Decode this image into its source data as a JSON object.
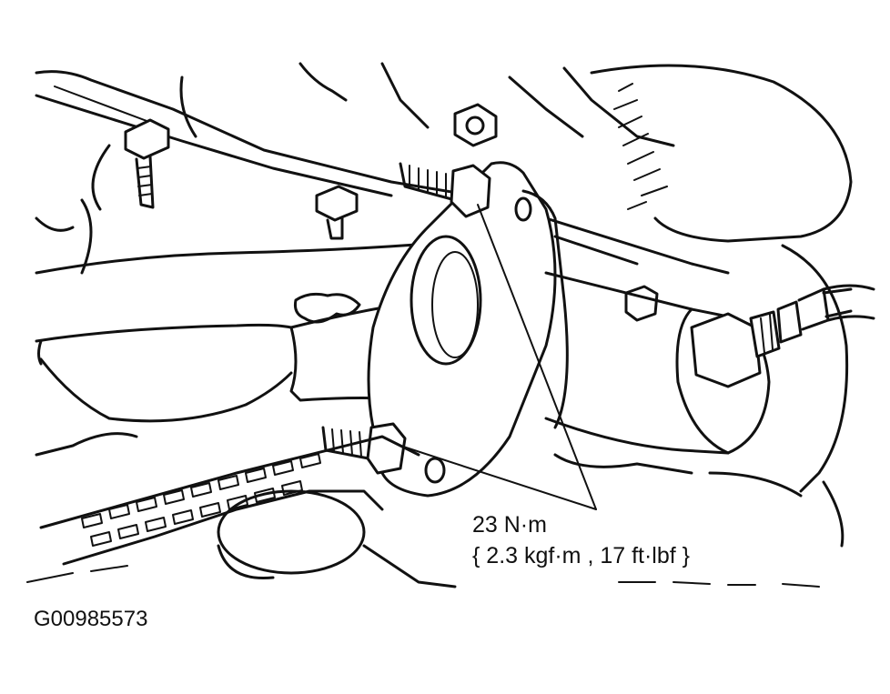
{
  "figure": {
    "id_code": "G00985573"
  },
  "callouts": {
    "torque_value": "23 N·m",
    "torque_alternates": "{ 2.3 kgf·m , 17 ft·lbf }"
  },
  "colors": {
    "line": "#111111",
    "background": "#ffffff"
  }
}
